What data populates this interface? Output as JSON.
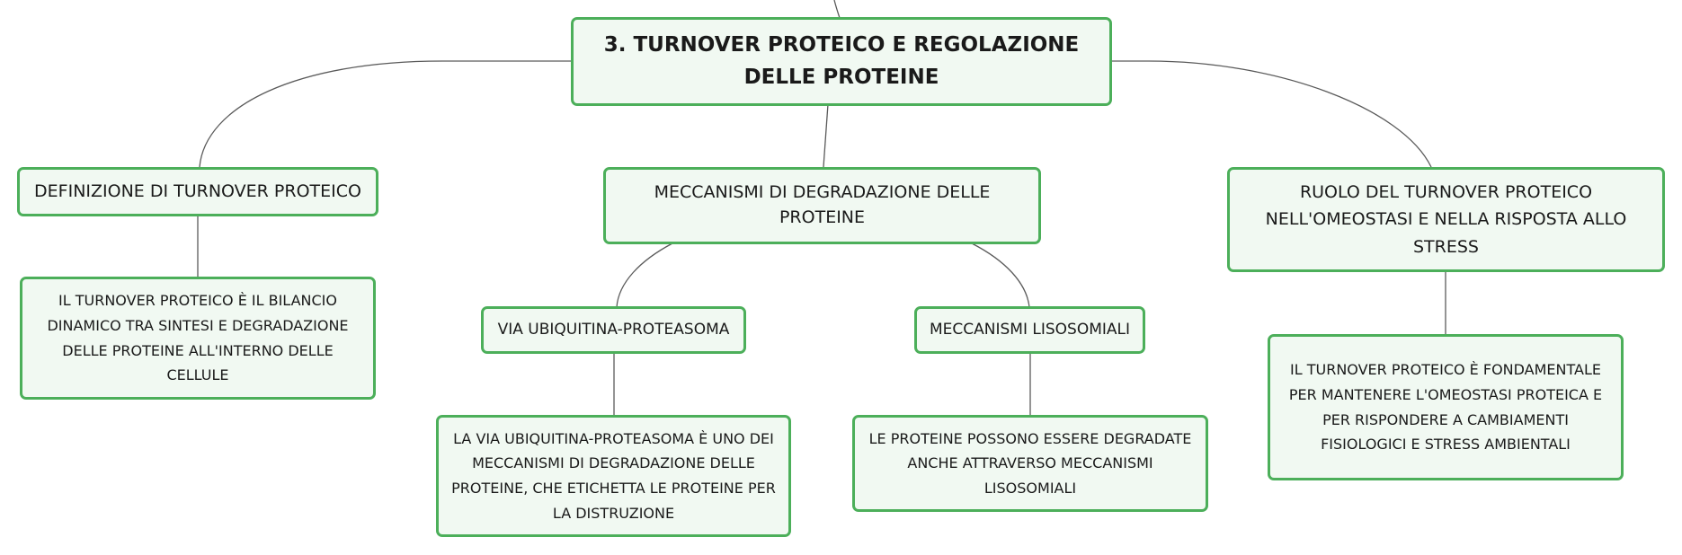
{
  "mindmap": {
    "root": {
      "label": "3. TURNOVER PROTEICO E REGOLAZIONE DELLE PROTEINE"
    },
    "branches": [
      {
        "label": "DEFINIZIONE DI TURNOVER PROTEICO",
        "detail": "IL TURNOVER PROTEICO È IL BILANCIO DINAMICO TRA SINTESI E DEGRADAZIONE DELLE PROTEINE ALL'INTERNO DELLE CELLULE"
      },
      {
        "label": "MECCANISMI DI DEGRADAZIONE DELLE PROTEINE",
        "children": [
          {
            "label": "VIA UBIQUITINA-PROTEASOMA",
            "detail": "LA VIA UBIQUITINA-PROTEASOMA È UNO DEI MECCANISMI DI DEGRADAZIONE DELLE PROTEINE, CHE ETICHETTA LE PROTEINE PER LA DISTRUZIONE"
          },
          {
            "label": "MECCANISMI LISOSOMIALI",
            "detail": "LE PROTEINE POSSONO ESSERE DEGRADATE ANCHE ATTRAVERSO MECCANISMI LISOSOMIALI"
          }
        ]
      },
      {
        "label": "RUOLO DEL TURNOVER PROTEICO NELL'OMEOSTASI E NELLA RISPOSTA ALLO STRESS",
        "detail": "IL TURNOVER PROTEICO È FONDAMENTALE PER MANTENERE L'OMEOSTASI PROTEICA E PER RISPONDERE A CAMBIAMENTI FISIOLOGICI E STRESS AMBIENTALI"
      }
    ]
  },
  "colors": {
    "node_border": "#4caf5a",
    "node_fill": "#f1f9f2",
    "connector": "#5a5a5a"
  }
}
